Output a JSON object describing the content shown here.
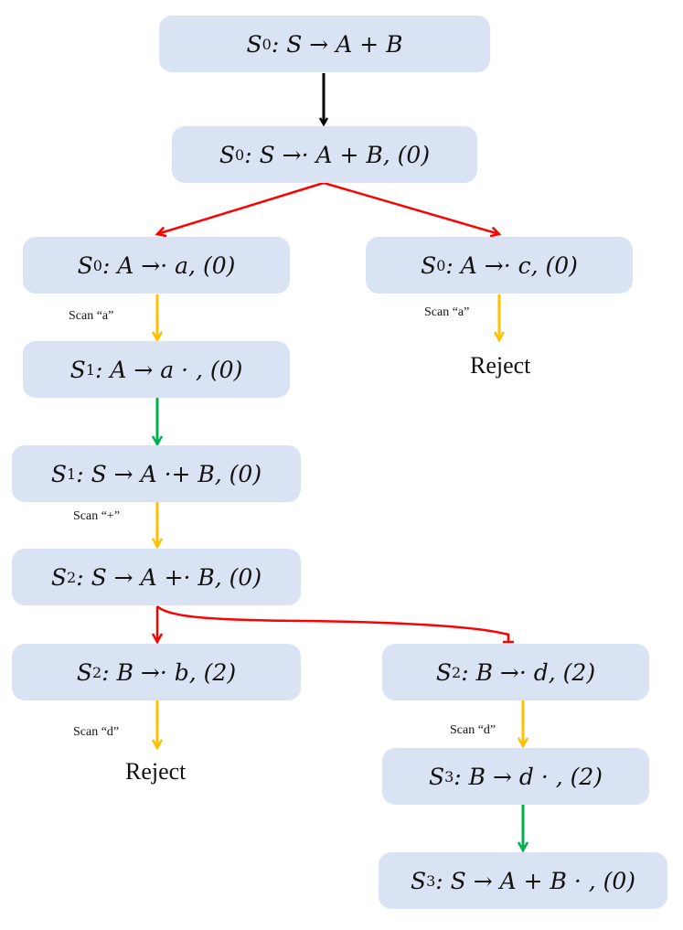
{
  "nodes": {
    "n1": {
      "state": "S",
      "sub": "0",
      "rule": ": S → A + B"
    },
    "n2": {
      "state": "S",
      "sub": "0",
      "rule": ": S →· A + B, (0)"
    },
    "n3": {
      "state": "S",
      "sub": "0",
      "rule": ": A →· a, (0)"
    },
    "n4": {
      "state": "S",
      "sub": "0",
      "rule": ": A →· c, (0)"
    },
    "n5": {
      "state": "S",
      "sub": "1",
      "rule": ": A → a · , (0)"
    },
    "n6": {
      "state": "S",
      "sub": "1",
      "rule": ": S → A ·+ B, (0)"
    },
    "n7": {
      "state": "S",
      "sub": "2",
      "rule": ": S → A +· B, (0)"
    },
    "n8": {
      "state": "S",
      "sub": "2",
      "rule": ": B →· b, (2)"
    },
    "n9": {
      "state": "S",
      "sub": "2",
      "rule": ": B →· d, (2)"
    },
    "n10": {
      "state": "S",
      "sub": "3",
      "rule": ": B → d · , (2)"
    },
    "n11": {
      "state": "S",
      "sub": "3",
      "rule": ": S → A + B · , (0)"
    }
  },
  "scan_labels": {
    "s1": "Scan “a”",
    "s2": "Scan “a”",
    "s3": "Scan “+”",
    "s4": "Scan “d”",
    "s5": "Scan “d”"
  },
  "rejects": {
    "r1": "Reject",
    "r2": "Reject"
  },
  "colors": {
    "node_fill": "#dae3f3",
    "predict": "#000000",
    "predict_branch": "#ff0000",
    "scan": "#ffc000",
    "complete": "#00b050"
  }
}
